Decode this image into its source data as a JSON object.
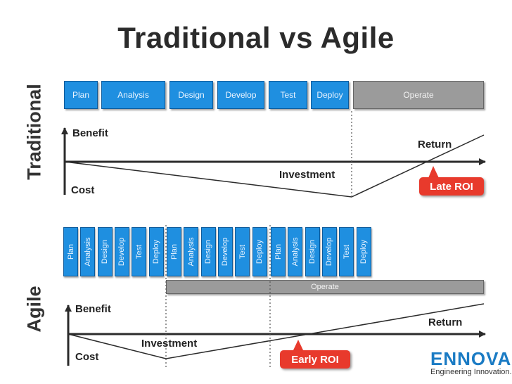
{
  "title": "Traditional vs Agile",
  "traditional": {
    "label": "Traditional",
    "phases": [
      "Plan",
      "Analysis",
      "Design",
      "Develop",
      "Test",
      "Deploy"
    ],
    "operate": "Operate",
    "benefit": "Benefit",
    "cost": "Cost",
    "return": "Return",
    "investment": "Investment",
    "roi": "Late ROI"
  },
  "agile": {
    "label": "Agile",
    "iterations": [
      [
        "Plan",
        "Analysis",
        "Design",
        "Develop",
        "Test",
        "Deploy"
      ],
      [
        "Plan",
        "Analysis",
        "Design",
        "Develop",
        "Test",
        "Deploy"
      ],
      [
        "Plan",
        "Analysis",
        "Design",
        "Develop",
        "Test",
        "Deploy"
      ]
    ],
    "operate": "Operate",
    "benefit": "Benefit",
    "cost": "Cost",
    "return": "Return",
    "investment": "Investment",
    "roi": "Early ROI"
  },
  "logo": {
    "name": "ENNOVA",
    "tagline": "Engineering Innovation."
  },
  "colors": {
    "phase_box": "#1f8fe0",
    "operate_box": "#9b9b9b",
    "roi_badge": "#e83a2c",
    "logo": "#1a7bc4"
  }
}
